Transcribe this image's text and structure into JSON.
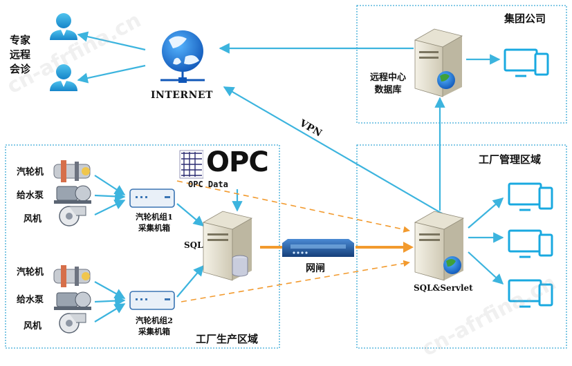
{
  "zones": {
    "group": "集团公司",
    "factory_mgmt": "工厂管理区域",
    "factory_prod": "工厂生产区域"
  },
  "nodes": {
    "expert": "专家\n远程\n会诊",
    "internet": "INTERNET",
    "remote_db": "远程中心\n数据库",
    "vpn": "VPN",
    "opc_logo": "OPC",
    "opc_data": "OPC Data",
    "sql": "SQL",
    "gateway": "网闸",
    "sql_servlet": "SQL&Servlet"
  },
  "groups": [
    {
      "devices": [
        "汽轮机",
        "给水泵",
        "风机"
      ],
      "collector": "汽轮机组1\n采集机箱"
    },
    {
      "devices": [
        "汽轮机",
        "给水泵",
        "风机"
      ],
      "collector": "汽轮机组2\n采集机箱"
    }
  ],
  "watermark": "cn-afrfina.cn",
  "colors": {
    "arrow": "#3cb4de",
    "zone_border": "#39a9d6",
    "flow": "#f29a2e",
    "gateway": "#1f5fa8"
  }
}
